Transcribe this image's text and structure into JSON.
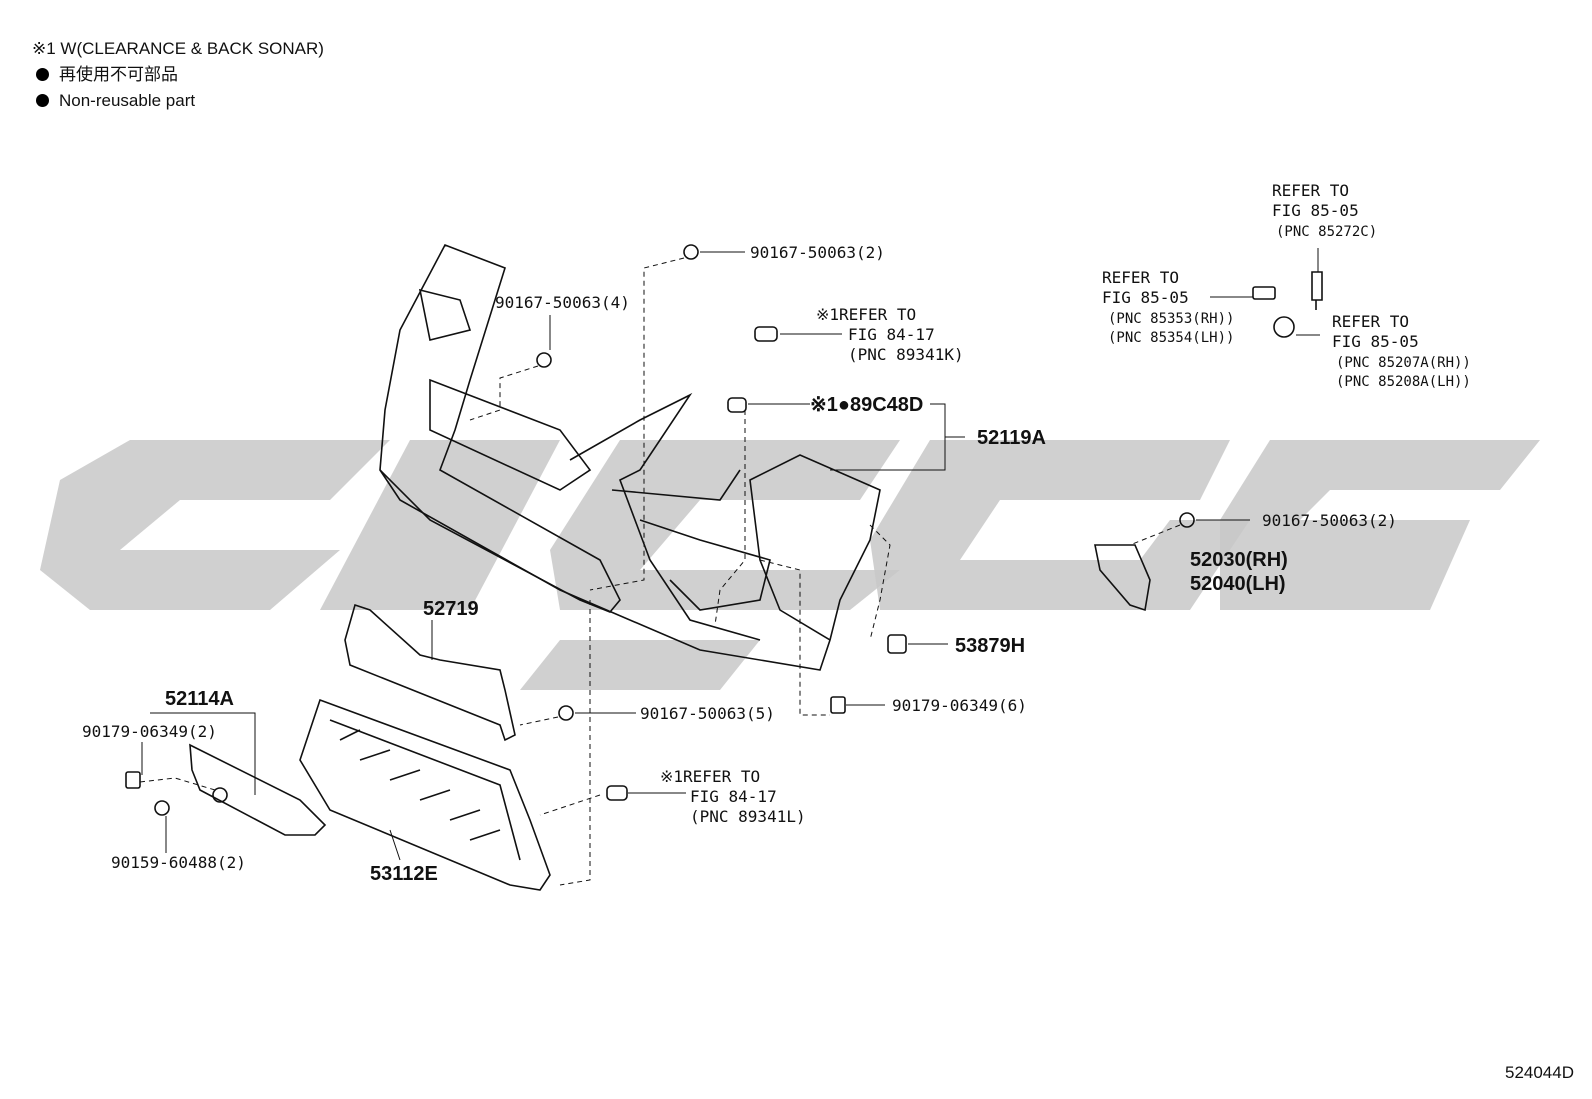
{
  "legend": {
    "note1": "※1 W(CLEARANCE & BACK SONAR)",
    "note2": "再使用不可部品",
    "note3": "Non-reusable part"
  },
  "callouts": {
    "c1": "90167-50063(2)",
    "c2": "90167-50063(4)",
    "c3": [
      "※1REFER TO",
      "FIG 84-17",
      "(PNC 89341K)"
    ],
    "c4": "※1●89C48D",
    "c5": "52119A",
    "c6": "90167-50063(2)",
    "c7": [
      "52030(RH)",
      "52040(LH)"
    ],
    "c8": "53879H",
    "c9": "52719",
    "c10": "90167-50063(5)",
    "c11": "90179-06349(6)",
    "c12": "52114A",
    "c13": "90179-06349(2)",
    "c14": [
      "※1REFER TO",
      "FIG 84-17",
      "(PNC 89341L)"
    ],
    "c15": "90159-60488(2)",
    "c16": "53112E",
    "c17": [
      "REFER TO",
      "FIG 85-05",
      "(PNC 85272C)"
    ],
    "c18": [
      "REFER TO",
      "FIG 85-05",
      "(PNC 85353(RH))",
      "(PNC 85354(LH))"
    ],
    "c19": [
      "REFER TO",
      "FIG 85-05",
      "(PNC 85207A(RH))",
      "(PNC 85208A(LH))"
    ]
  },
  "figure_number": "524044D"
}
